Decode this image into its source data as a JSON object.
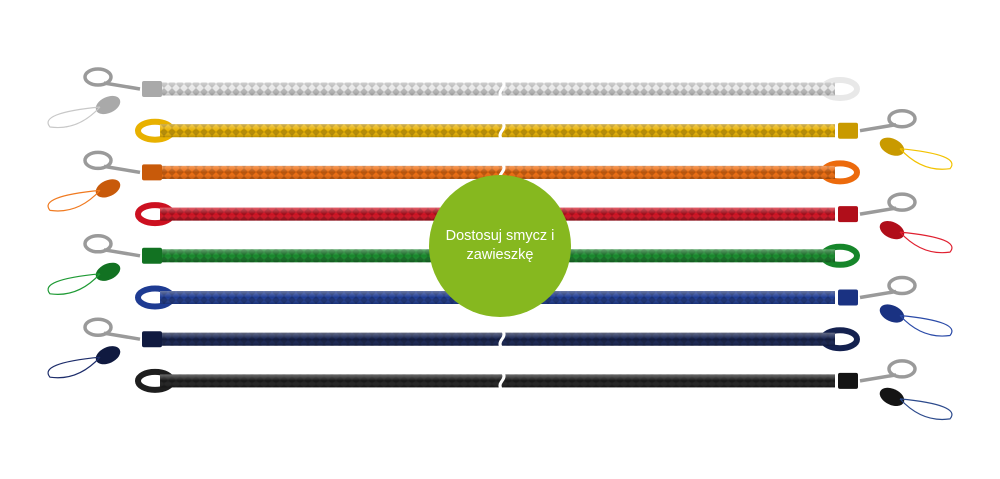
{
  "badge": {
    "text": "Dostosuj smycz i zawieszkę",
    "color": "#86b81f"
  },
  "lanyards": [
    {
      "color_name": "white",
      "strap": "#e8e8e8",
      "pattern": "#bdbdbd",
      "clip": "#a9a9a9",
      "cord": "#c8c8c8",
      "hook_side": "left"
    },
    {
      "color_name": "yellow",
      "strap": "#e8b100",
      "pattern": "#b98700",
      "clip": "#c99a00",
      "cord": "#f2c200",
      "hook_side": "right"
    },
    {
      "color_name": "orange",
      "strap": "#ec6a0c",
      "pattern": "#b24c05",
      "clip": "#c85a0a",
      "cord": "#f07a20",
      "hook_side": "left"
    },
    {
      "color_name": "red",
      "strap": "#cc1020",
      "pattern": "#8c0812",
      "clip": "#b00e1a",
      "cord": "#e02030",
      "hook_side": "right"
    },
    {
      "color_name": "green",
      "strap": "#16862a",
      "pattern": "#0a5a18",
      "clip": "#127222",
      "cord": "#1e9a34",
      "hook_side": "left"
    },
    {
      "color_name": "blue",
      "strap": "#1e3b92",
      "pattern": "#0f2264",
      "clip": "#1a3282",
      "cord": "#2a4aa8",
      "hook_side": "right"
    },
    {
      "color_name": "navy",
      "strap": "#14214f",
      "pattern": "#070f2c",
      "clip": "#101a40",
      "cord": "#1c2c6a",
      "hook_side": "left"
    },
    {
      "color_name": "black",
      "strap": "#1e1e1e",
      "pattern": "#5a5a5a",
      "clip": "#141414",
      "cord": "#2c4a8c",
      "hook_side": "right"
    }
  ]
}
